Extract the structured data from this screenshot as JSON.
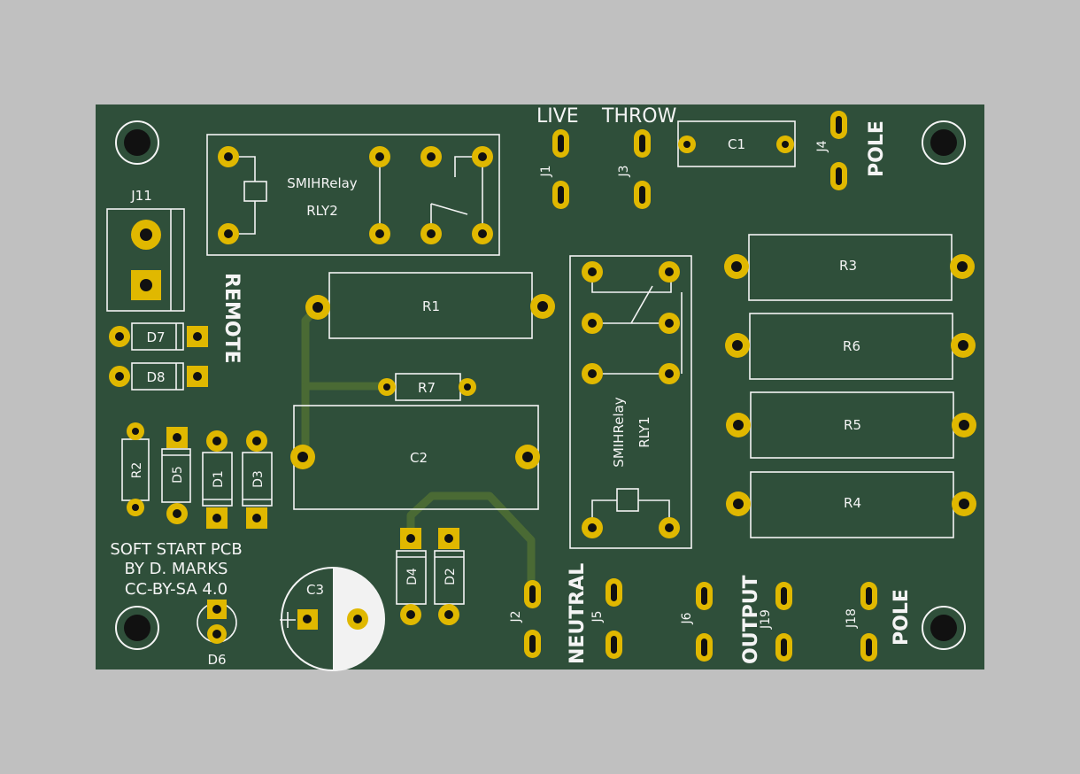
{
  "board": {
    "colors": {
      "background": "#c0c0c0",
      "soldermask": "#2f4f3a",
      "silkscreen": "#f4f4f4",
      "pad": "#e0b800",
      "trace": "#4a6a34"
    },
    "labels": {
      "live": "LIVE",
      "throw": "THROW",
      "pole_top": "POLE",
      "pole_bottom": "POLE",
      "remote": "REMOTE",
      "neutral": "NEUTRAL",
      "output": "OUTPUT",
      "credit_line1": "SOFT START PCB",
      "credit_line2": "BY D. MARKS",
      "credit_line3": "CC-BY-SA 4.0"
    },
    "relays": {
      "rly2_value": "SMIHRelay",
      "rly2_ref": "RLY2",
      "rly1_value": "SMIHRelay",
      "rly1_ref": "RLY1"
    },
    "refs": {
      "J1": "J1",
      "J2": "J2",
      "J3": "J3",
      "J4": "J4",
      "J5": "J5",
      "J6": "J6",
      "J11": "J11",
      "J18": "J18",
      "J19": "J19",
      "C1": "C1",
      "C2": "C2",
      "C3": "C3",
      "R1": "R1",
      "R2": "R2",
      "R3": "R3",
      "R4": "R4",
      "R5": "R5",
      "R6": "R6",
      "R7": "R7",
      "D1": "D1",
      "D2": "D2",
      "D3": "D3",
      "D4": "D4",
      "D5": "D5",
      "D6": "D6",
      "D7": "D7",
      "D8": "D8"
    },
    "icons": {
      "mounting_hole": "mounting-hole-icon",
      "relay_coil": "relay-coil-icon",
      "relay_switch": "relay-switch-icon"
    }
  }
}
